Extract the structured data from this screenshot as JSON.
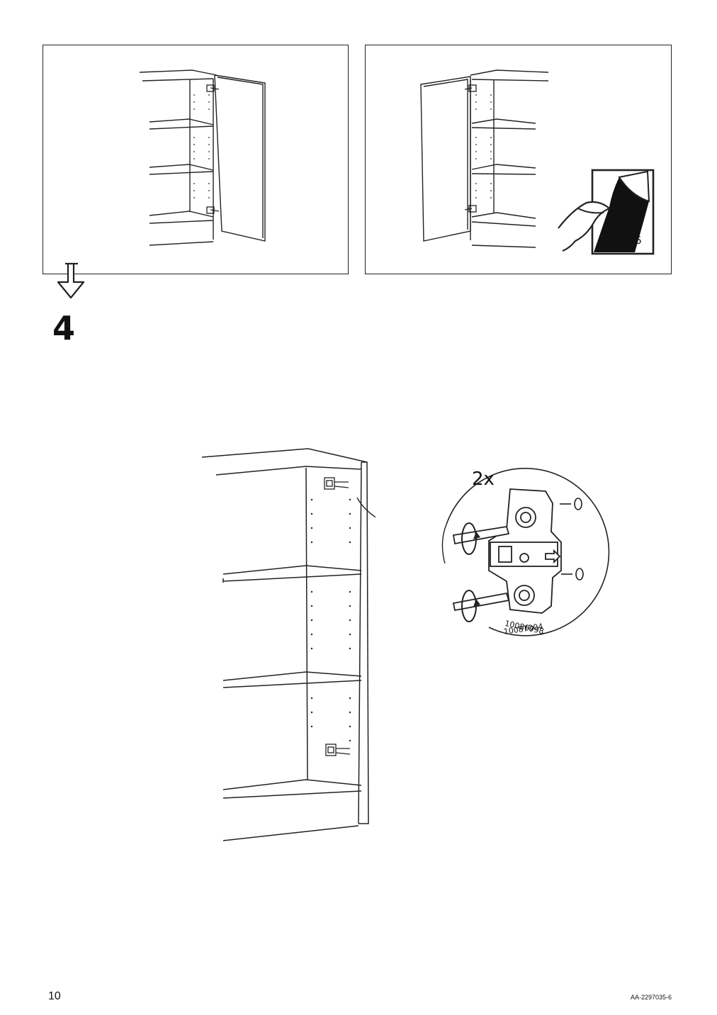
{
  "page": {
    "step_number": "4",
    "page_number": "10",
    "document_code": "AA-2297035-6"
  },
  "panels": {
    "right": {
      "peel_sticker_count": "15"
    }
  },
  "detail": {
    "quantity": "2x",
    "part_numbers": [
      "10086998",
      "10087004"
    ]
  }
}
